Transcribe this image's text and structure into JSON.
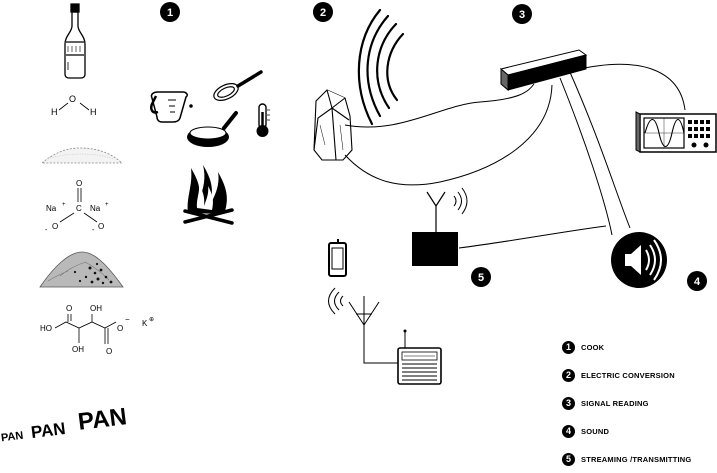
{
  "badges": {
    "b1": "1",
    "b2": "2",
    "b3": "3",
    "b4": "4",
    "b5": "5"
  },
  "chem": {
    "water_h1": "H",
    "water_o": "O",
    "water_h2": "H",
    "carbonate_na1": "Na",
    "carbonate_na1_charge": "+",
    "carbonate_c": "C",
    "carbonate_o_top": "O",
    "carbonate_na2": "Na",
    "carbonate_na2_charge": "+",
    "carbonate_o_left": "O",
    "carbonate_o_right": "O",
    "carbonate_minus_left": "-",
    "carbonate_minus_right": "-",
    "tartrate_oh_top": "OH",
    "tartrate_o_top": "O",
    "tartrate_ho": "HO",
    "tartrate_o_left": "O",
    "tartrate_oh_bottom": "OH",
    "tartrate_o_bottom": "O",
    "tartrate_o_right": "O",
    "tartrate_minus": "−",
    "tartrate_k": "K",
    "tartrate_k_charge": "⊕"
  },
  "legend": [
    {
      "num": "1",
      "label": "COOK"
    },
    {
      "num": "2",
      "label": "ELECTRIC CONVERSION"
    },
    {
      "num": "3",
      "label": "SIGNAL READING"
    },
    {
      "num": "4",
      "label": "SOUND"
    },
    {
      "num": "5",
      "label": "STREAMING /TRANSMITTING"
    }
  ],
  "pan": {
    "small": "PAN",
    "medium": "PAN",
    "large": "PAN"
  },
  "icons": [
    "glass-bottle-icon",
    "water-molecule",
    "salt-pile-icon",
    "sodium-carbonate-molecule",
    "sand-pile-icon",
    "potassium-bitartrate-molecule",
    "measuring-cup-icon",
    "whisk-icon",
    "frying-pan-icon",
    "thermometer-icon",
    "fire-icon",
    "crystal-icon",
    "wires-icon",
    "signal-bar-icon",
    "oscilloscope-icon",
    "speaker-icon",
    "transmitter-box-icon",
    "mobile-phone-icon",
    "antenna-icon",
    "radio-icon"
  ]
}
